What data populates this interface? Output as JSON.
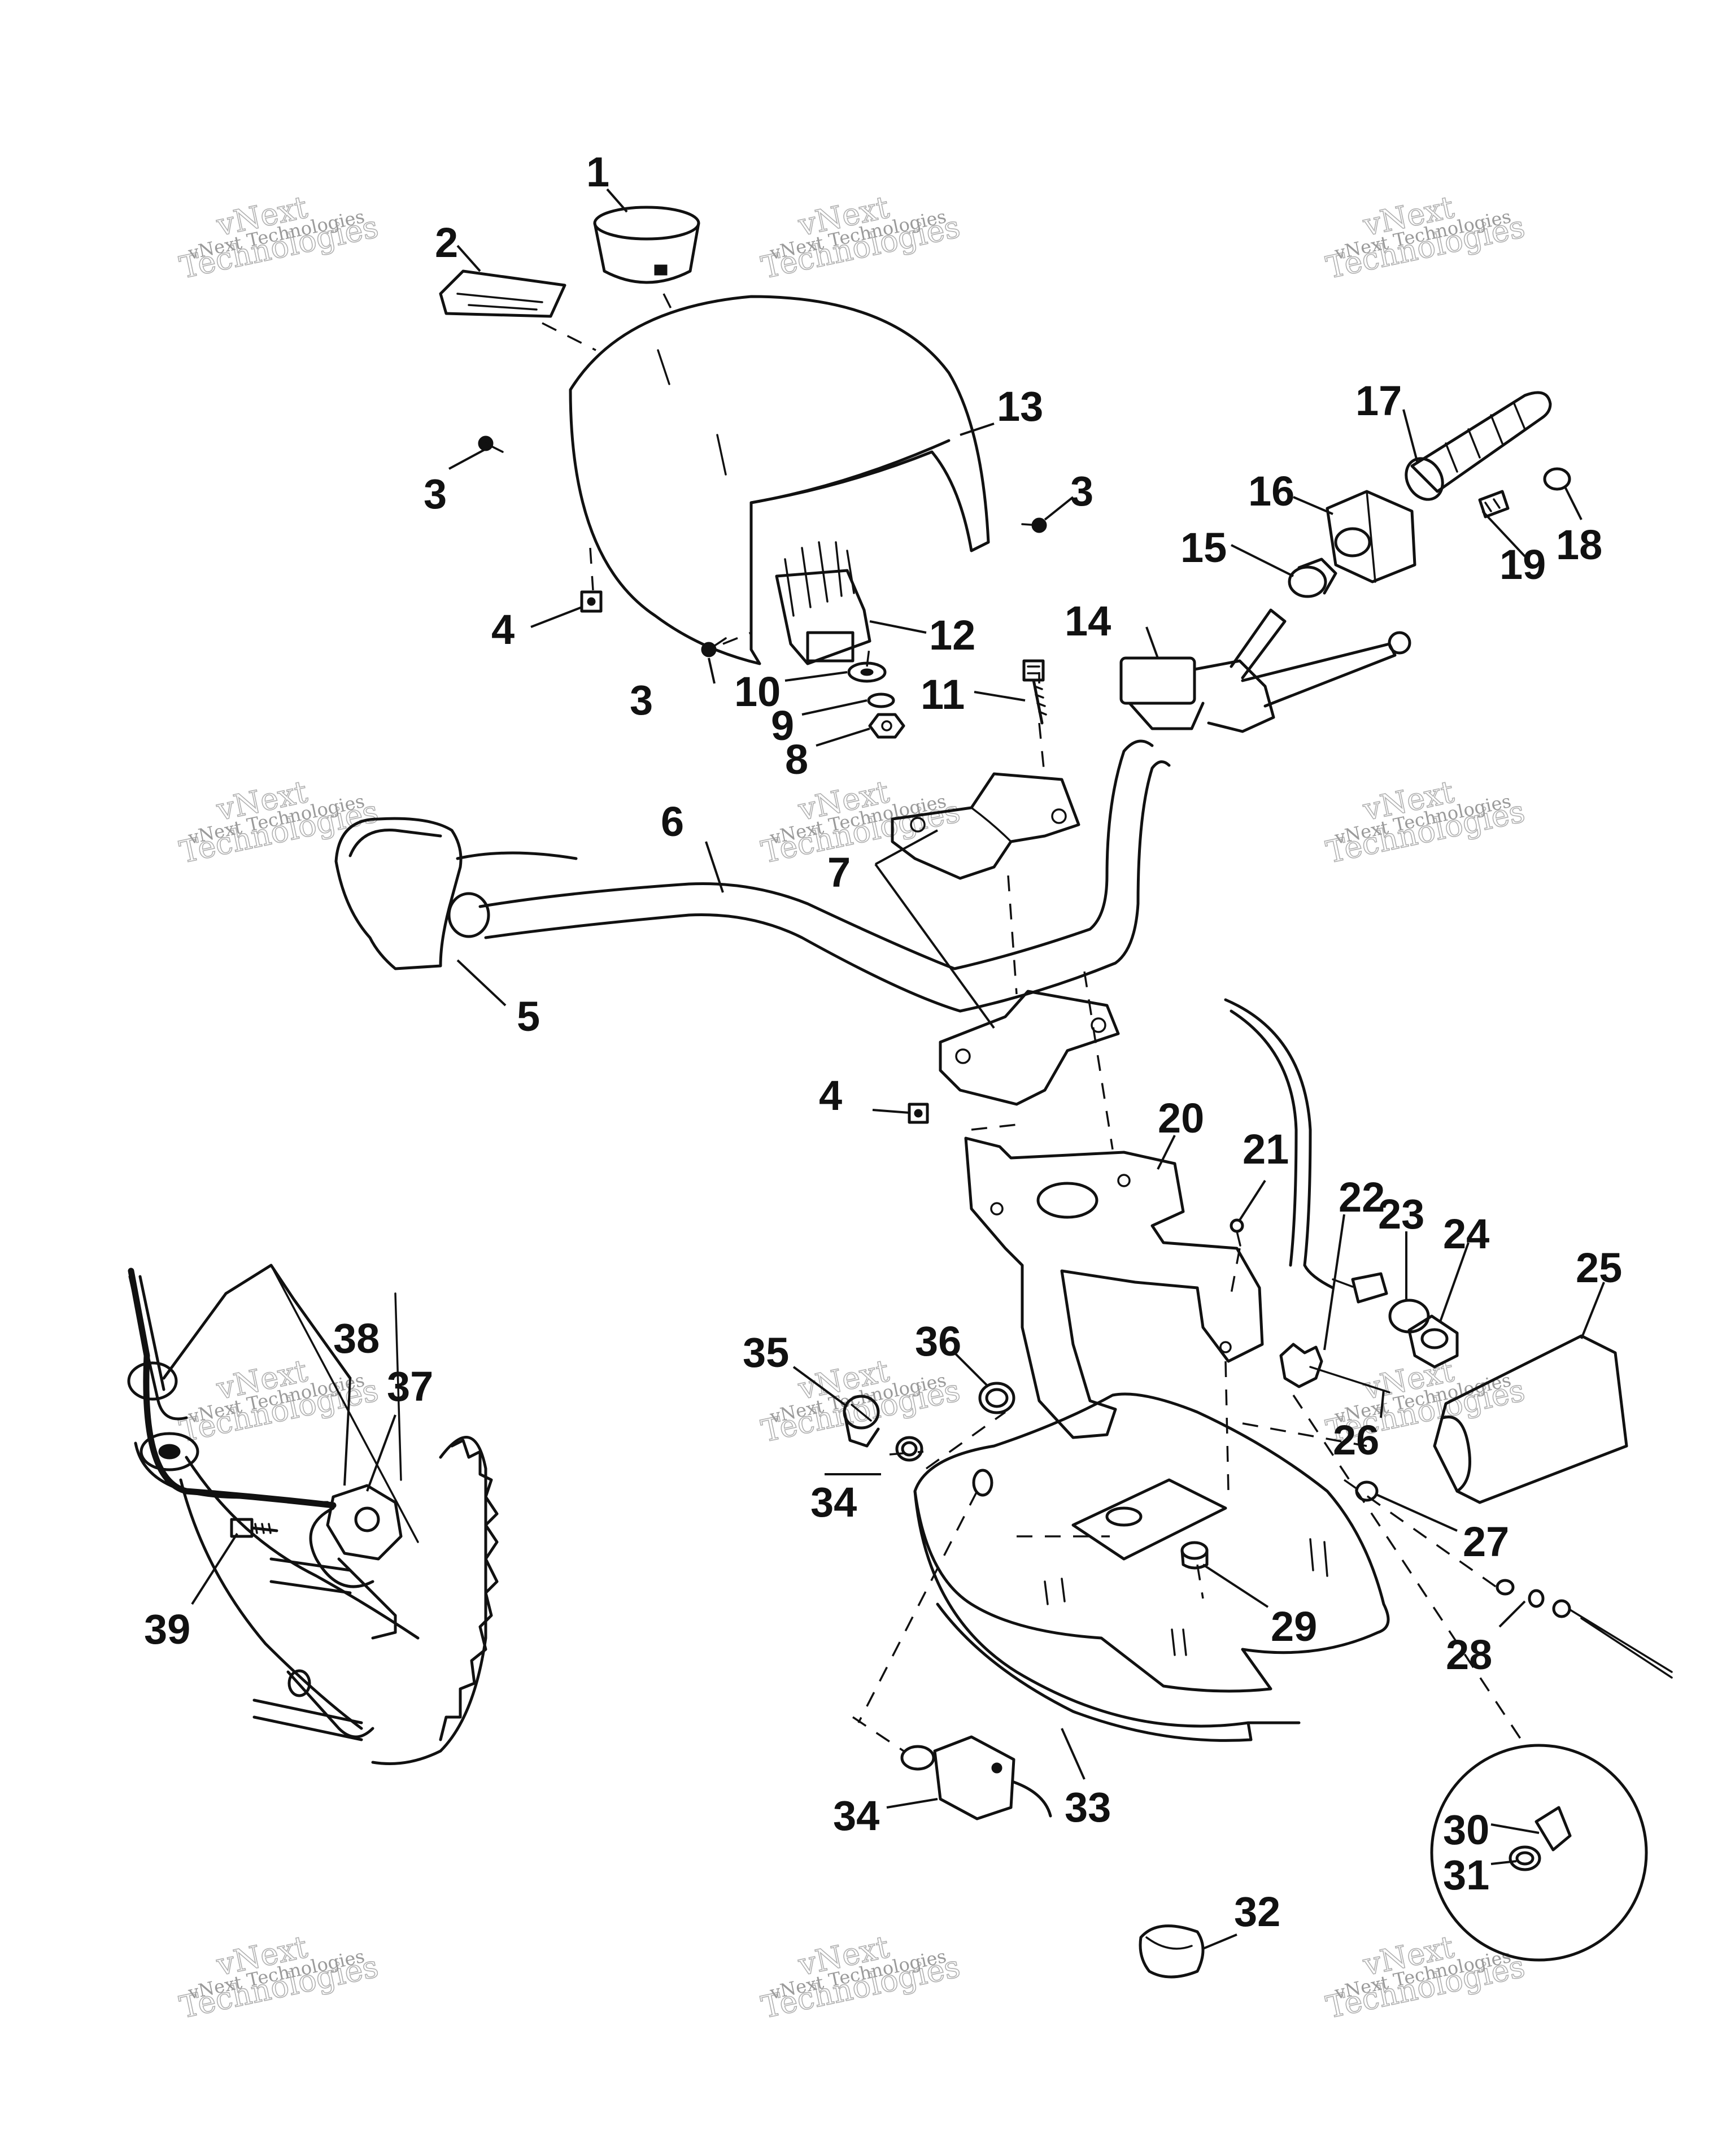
{
  "callouts": [
    {
      "id": "c1",
      "label": "1"
    },
    {
      "id": "c2",
      "label": "2"
    },
    {
      "id": "c3a",
      "label": "3"
    },
    {
      "id": "c3b",
      "label": "3"
    },
    {
      "id": "c3c",
      "label": "3"
    },
    {
      "id": "c4a",
      "label": "4"
    },
    {
      "id": "c4b",
      "label": "4"
    },
    {
      "id": "c5",
      "label": "5"
    },
    {
      "id": "c6",
      "label": "6"
    },
    {
      "id": "c7",
      "label": "7"
    },
    {
      "id": "c8",
      "label": "8"
    },
    {
      "id": "c9",
      "label": "9"
    },
    {
      "id": "c10",
      "label": "10"
    },
    {
      "id": "c11",
      "label": "11"
    },
    {
      "id": "c12",
      "label": "12"
    },
    {
      "id": "c13",
      "label": "13"
    },
    {
      "id": "c14",
      "label": "14"
    },
    {
      "id": "c15",
      "label": "15"
    },
    {
      "id": "c16",
      "label": "16"
    },
    {
      "id": "c17",
      "label": "17"
    },
    {
      "id": "c18",
      "label": "18"
    },
    {
      "id": "c19",
      "label": "19"
    },
    {
      "id": "c20",
      "label": "20"
    },
    {
      "id": "c21",
      "label": "21"
    },
    {
      "id": "c22",
      "label": "22"
    },
    {
      "id": "c23",
      "label": "23"
    },
    {
      "id": "c24",
      "label": "24"
    },
    {
      "id": "c25",
      "label": "25"
    },
    {
      "id": "c26",
      "label": "26"
    },
    {
      "id": "c27",
      "label": "27"
    },
    {
      "id": "c28",
      "label": "28"
    },
    {
      "id": "c29",
      "label": "29"
    },
    {
      "id": "c30",
      "label": "30"
    },
    {
      "id": "c31",
      "label": "31"
    },
    {
      "id": "c32",
      "label": "32"
    },
    {
      "id": "c33",
      "label": "33"
    },
    {
      "id": "c34a",
      "label": "34"
    },
    {
      "id": "c34b",
      "label": "34"
    },
    {
      "id": "c35",
      "label": "35"
    },
    {
      "id": "c36",
      "label": "36"
    },
    {
      "id": "c37",
      "label": "37"
    },
    {
      "id": "c38",
      "label": "38"
    },
    {
      "id": "c39",
      "label": "39"
    }
  ],
  "watermark": {
    "line1": "vNext",
    "line2": "Technologies",
    "caption": "vNext Technologies"
  }
}
